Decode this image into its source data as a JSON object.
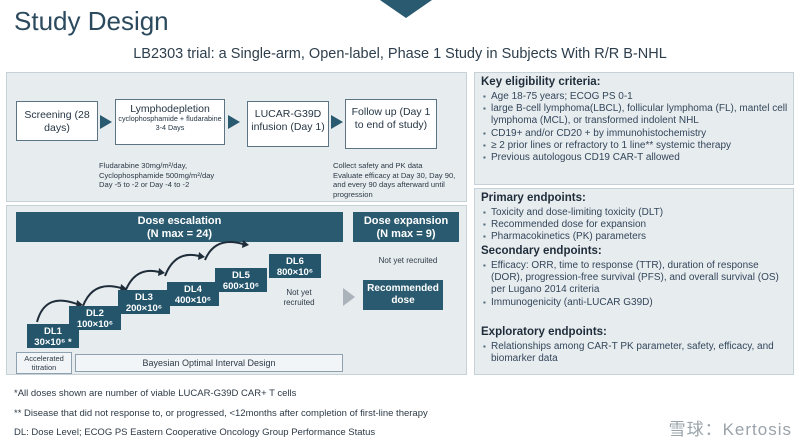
{
  "title": "Study Design",
  "subtitle": "LB2303 trial: a Single-arm, Open-label, Phase 1 Study in Subjects With R/R B-NHL",
  "flow": {
    "screening": "Screening (28 days)",
    "lympho_title": "Lymphodepletion",
    "lympho_drugs": "cyclophosphamide + fludarabine",
    "lympho_days": "3-4 Days",
    "infusion": "LUCAR-G39D infusion (Day 1)",
    "followup": "Follow up (Day 1 to end of study)"
  },
  "notes_left": [
    "Fludarabine 30mg/m²/day,",
    "Cyclophosphamide 500mg/m²/day",
    "Day -5 to -2 or Day -4 to -2"
  ],
  "notes_right": [
    "Collect safety and PK data",
    "Evaluate efficacy at Day 30, Day 90, and every 90 days afterward until progression"
  ],
  "escalation": {
    "header": "Dose escalation",
    "nmax": "(N max = 24)",
    "levels": [
      {
        "label": "DL1",
        "dose": "30×10⁶ *"
      },
      {
        "label": "DL2",
        "dose": "100×10⁶"
      },
      {
        "label": "DL3",
        "dose": "200×10⁶"
      },
      {
        "label": "DL4",
        "dose": "400×10⁶"
      },
      {
        "label": "DL5",
        "dose": "600×10⁶"
      },
      {
        "label": "DL6",
        "dose": "800×10⁶"
      }
    ],
    "accelerated": "Accelerated titration",
    "boin": "Bayesian Optimal Interval Design",
    "not_yet": "Not yet recruited"
  },
  "expansion": {
    "header": "Dose expansion",
    "nmax": "(N max = 9)",
    "not_yet": "Not yet recruited",
    "recommended": "Recommended dose"
  },
  "eligibility": {
    "heading": "Key eligibility criteria:",
    "items": [
      "Age 18-75 years; ECOG PS 0-1",
      "large B-cell lymphoma(LBCL), follicular lymphoma (FL), mantel cell lymphoma (MCL), or transformed indolent NHL",
      "CD19+ and/or CD20 + by immunohistochemistry",
      "≥ 2 prior lines or refractory to 1 line** systemic therapy",
      "Previous autologous CD19 CAR-T allowed"
    ]
  },
  "endpoints": {
    "primary_heading": "Primary endpoints:",
    "primary": [
      "Toxicity and dose-limiting toxicity (DLT)",
      "Recommended dose for expansion",
      "Pharmacokinetics (PK) parameters"
    ],
    "secondary_heading": "Secondary endpoints:",
    "secondary": [
      "Efficacy: ORR, time to response (TTR), duration of response (DOR), progression-free survival (PFS), and overall survival (OS) per Lugano 2014 criteria",
      "Immunogenicity (anti-LUCAR G39D)"
    ],
    "exploratory_heading": "Exploratory endpoints:",
    "exploratory": [
      "Relationships among CAR-T PK parameter, safety, efficacy, and biomarker data"
    ]
  },
  "footnotes": [
    "*All doses shown are number of viable LUCAR-G39D CAR+ T cells",
    "** Disease that did not response to, or progressed, <12months after completion of first-line therapy",
    "DL: Dose Level; ECOG PS Eastern Cooperative Oncology Group Performance Status"
  ],
  "watermark": "雪球：Kertosis"
}
